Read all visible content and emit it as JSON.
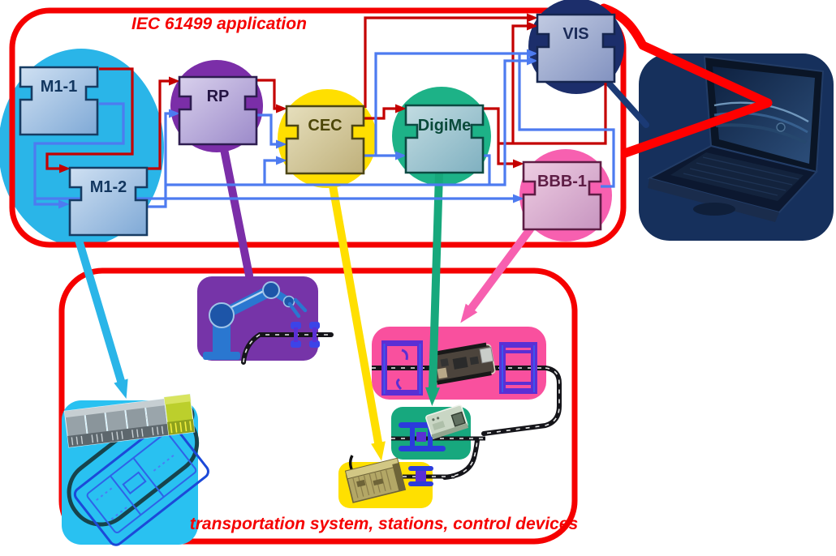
{
  "labels": {
    "application": "IEC 61499 application",
    "transport": "transportation system, stations, control devices"
  },
  "function_blocks": [
    {
      "label": "M1-1",
      "host_color": "#2ab5e8"
    },
    {
      "label": "M1-2",
      "host_color": "#2ab5e8"
    },
    {
      "label": "RP",
      "host_color": "#7b2ea8"
    },
    {
      "label": "CEC",
      "host_color": "#ffdf00"
    },
    {
      "label": "DigiMe",
      "host_color": "#1db287"
    },
    {
      "label": "VIS",
      "host_color": "#1c2e6b"
    },
    {
      "label": "BBB-1",
      "host_color": "#f760b0"
    }
  ],
  "colors": {
    "boundary_red": "#f50000",
    "event_wire_red": "#c40000",
    "data_wire_blue": "#4d7bf0",
    "m1_group_cyan": "#2ab5e8",
    "rp_purple": "#7b2ea8",
    "cec_yellow": "#ffdf00",
    "digime_green": "#1db287",
    "vis_navy": "#1c2e6b",
    "bbb1_pink": "#f760b0",
    "plc_station_box": "#29c1f1",
    "robot_station_box": "#7634a8",
    "transfer_station_box": "#f9509e",
    "io_station_box": "#17a87e",
    "controller_station_box": "#ffe000",
    "laptop_panel": "#16305c"
  },
  "icons": {
    "laptop": "laptop-computer",
    "robot": "robot-arm",
    "plc_rack": "plc-module-rack",
    "board": "embedded-controller-board",
    "io_module": "io-network-module",
    "controller_brick": "plc-controller-brick",
    "track": "conveyor-track"
  }
}
